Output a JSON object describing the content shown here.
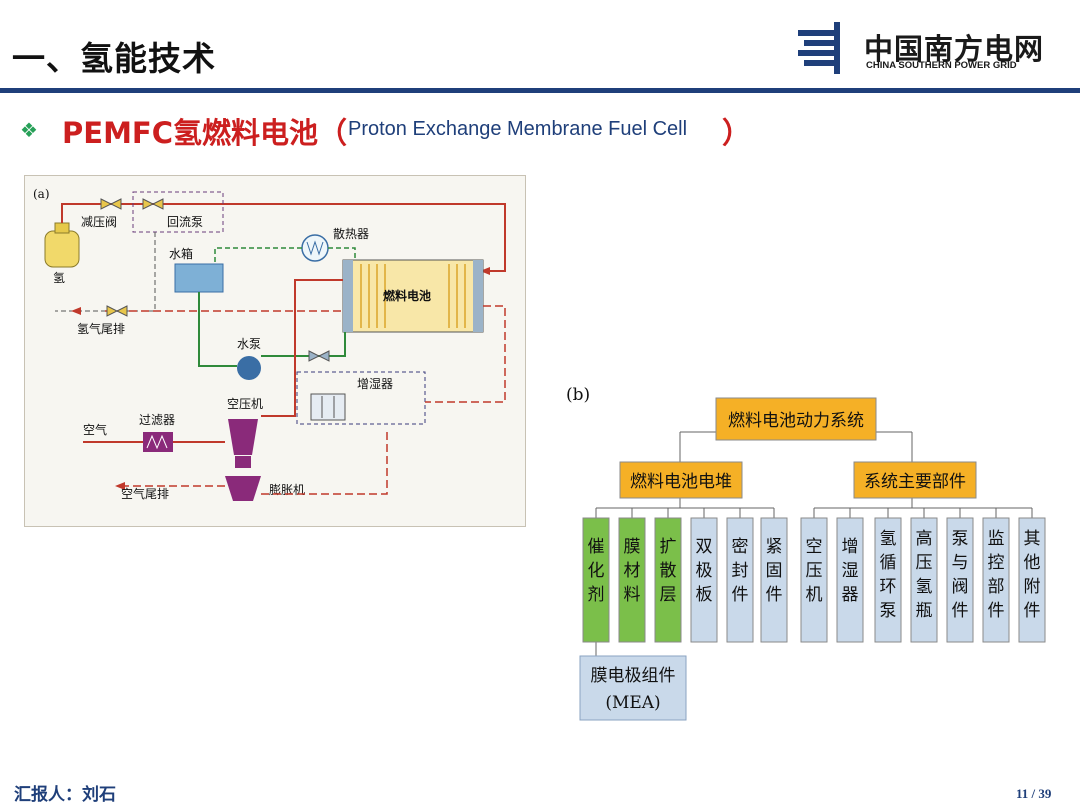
{
  "header": {
    "title": "一、氢能技术",
    "logo": {
      "name_cn": "中国南方电网",
      "name_en": "CHINA SOUTHERN POWER GRID",
      "brand_color": "#1f3f7a"
    }
  },
  "subtitle": {
    "bullet_icon": "diamond-cluster-icon",
    "text_cn": "PEMFC氢燃料电池（",
    "text_en": "Proton Exchange Membrane Fuel Cell",
    "close_paren": "）"
  },
  "figure_a": {
    "tag": "(a)",
    "labels": {
      "pressure_valve": "减压阀",
      "recirculation_pump": "回流泵",
      "hydrogen": "氢",
      "radiator": "散热器",
      "water_tank": "水箱",
      "fuel_cell": "燃料电池",
      "hydrogen_exhaust": "氢气尾排",
      "water_pump": "水泵",
      "humidifier": "增湿器",
      "compressor": "空压机",
      "air": "空气",
      "filter": "过滤器",
      "expander": "膨胀机",
      "air_exhaust": "空气尾排"
    }
  },
  "figure_b": {
    "tag": "(b)",
    "root": "燃料电池动力系统",
    "branches": [
      {
        "label": "燃料电池电堆",
        "children": [
          {
            "label": "催化剂",
            "color": "#7bbf4a"
          },
          {
            "label": "膜材料",
            "color": "#7bbf4a"
          },
          {
            "label": "扩散层",
            "color": "#7bbf4a"
          },
          {
            "label": "双极板",
            "color": "#c9d9ea"
          },
          {
            "label": "密封件",
            "color": "#c9d9ea"
          },
          {
            "label": "紧固件",
            "color": "#c9d9ea"
          }
        ],
        "sub_child": {
          "line1": "膜电极组件",
          "line2": "(MEA)"
        }
      },
      {
        "label": "系统主要部件",
        "children": [
          {
            "label": "空压机",
            "color": "#c9d9ea"
          },
          {
            "label": "增湿器",
            "color": "#c9d9ea"
          },
          {
            "label": "氢循环泵",
            "color": "#c9d9ea"
          },
          {
            "label": "高压氢瓶",
            "color": "#c9d9ea"
          },
          {
            "label": "泵与阀件",
            "color": "#c9d9ea"
          },
          {
            "label": "监控部件",
            "color": "#c9d9ea"
          },
          {
            "label": "其他附件",
            "color": "#c9d9ea"
          }
        ]
      }
    ],
    "colors": {
      "orange": "#f5b026",
      "green": "#7bbf4a",
      "light_blue": "#c9d9ea"
    }
  },
  "footer": {
    "reporter": "汇报人：刘石",
    "page": "11 / 39"
  }
}
